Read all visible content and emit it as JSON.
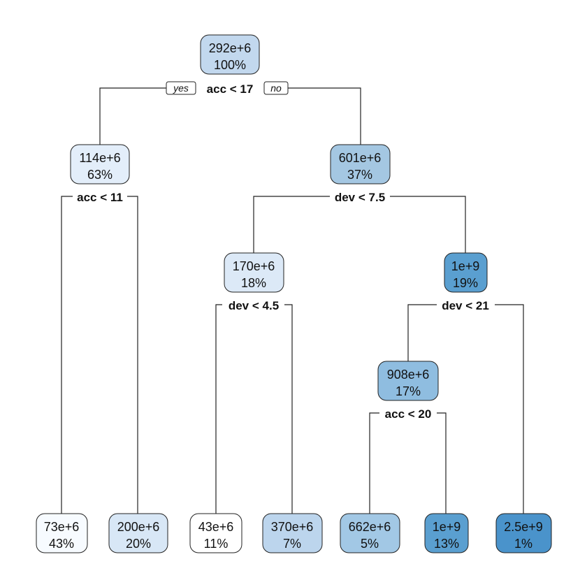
{
  "tree": {
    "branch_labels": {
      "yes": "yes",
      "no": "no"
    },
    "nodes": {
      "root": {
        "value": "292e+6",
        "percent": "100%",
        "color": "#c2d8ee",
        "split": "acc < 17"
      },
      "n_l": {
        "value": "114e+6",
        "percent": "63%",
        "color": "#e3eefa",
        "split": "acc < 11"
      },
      "n_r": {
        "value": "601e+6",
        "percent": "37%",
        "color": "#a4c7e2",
        "split": "dev < 7.5"
      },
      "n_rl": {
        "value": "170e+6",
        "percent": "18%",
        "color": "#dce9f7",
        "split": "dev < 4.5"
      },
      "n_rr": {
        "value": "1e+9",
        "percent": "19%",
        "color": "#5a9fd0",
        "split": "dev < 21"
      },
      "n_rrl": {
        "value": "908e+6",
        "percent": "17%",
        "color": "#8fbde0",
        "split": "acc < 20"
      },
      "leaf1": {
        "value": "73e+6",
        "percent": "43%",
        "color": "#f7fbff"
      },
      "leaf2": {
        "value": "200e+6",
        "percent": "20%",
        "color": "#d8e7f6"
      },
      "leaf3": {
        "value": "43e+6",
        "percent": "11%",
        "color": "#ffffff"
      },
      "leaf4": {
        "value": "370e+6",
        "percent": "7%",
        "color": "#bcd5ed"
      },
      "leaf5": {
        "value": "662e+6",
        "percent": "5%",
        "color": "#a2c8e5"
      },
      "leaf6": {
        "value": "1e+9",
        "percent": "13%",
        "color": "#5a9fd0"
      },
      "leaf7": {
        "value": "2.5e+9",
        "percent": "1%",
        "color": "#4a93cb"
      }
    }
  }
}
